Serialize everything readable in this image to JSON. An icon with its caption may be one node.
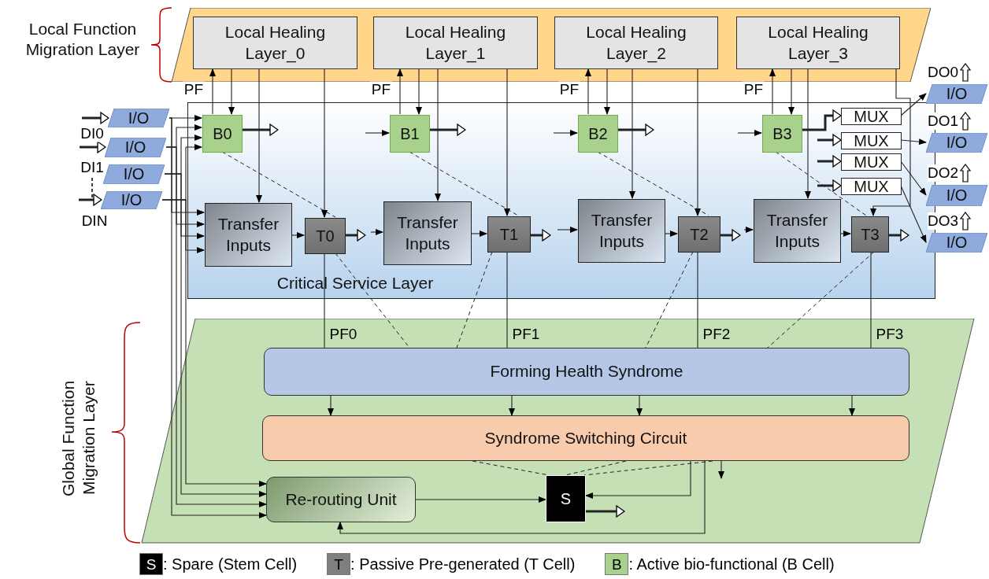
{
  "diagram": {
    "nodes": [
      {
        "text": [
          "Local Function Migration Layer"
        ]
      },
      {
        "text": [
          "Local Healing Layer_0"
        ],
        "in": 0
      },
      {
        "text": [
          "Local Healing Layer_1"
        ],
        "in": 0
      },
      {
        "text": [
          "Local Healing Layer_2"
        ],
        "in": 0
      },
      {
        "text": [
          "Local Healing Layer_3"
        ],
        "in": 0
      },
      {
        "text": [
          "Critical Service Layer"
        ]
      },
      {
        "text": [
          "B0"
        ],
        "in": 5
      },
      {
        "text": [
          "B1"
        ],
        "in": 5
      },
      {
        "text": [
          "B2"
        ],
        "in": 5
      },
      {
        "text": [
          "B3"
        ],
        "in": 5
      },
      {
        "text": [
          "Transfer Inputs"
        ],
        "in": 5
      },
      {
        "text": [
          "T0"
        ],
        "in": 5
      },
      {
        "text": [
          "Transfer Inputs"
        ],
        "in": 5
      },
      {
        "text": [
          "T1"
        ],
        "in": 5
      },
      {
        "text": [
          "Transfer Inputs"
        ],
        "in": 5
      },
      {
        "text": [
          "T2"
        ],
        "in": 5
      },
      {
        "text": [
          "Transfer Inputs"
        ],
        "in": 5
      },
      {
        "text": [
          "T3"
        ],
        "in": 5
      },
      {
        "text": [
          "MUX"
        ],
        "in": 5
      },
      {
        "text": [
          "MUX"
        ],
        "in": 5
      },
      {
        "text": [
          "MUX"
        ],
        "in": 5
      },
      {
        "text": [
          "MUX"
        ],
        "in": 5
      },
      {
        "text": [
          "Global Function Migration Layer"
        ]
      },
      {
        "text": [
          "Forming Health Syndrome"
        ],
        "in": 22
      },
      {
        "text": [
          "Syndrome Switching Circuit"
        ],
        "in": 22
      },
      {
        "text": [
          "Re-routing Unit"
        ],
        "in": 22
      },
      {
        "text": [
          "S"
        ],
        "in": 22
      },
      {
        "text": [
          "I/O"
        ]
      },
      {
        "text": [
          "I/O"
        ]
      },
      {
        "text": [
          "I/O"
        ]
      },
      {
        "text": [
          "I/O"
        ]
      },
      {
        "text": [
          "I/O"
        ],
        "beside": [
          "DO0"
        ]
      },
      {
        "text": [
          "I/O"
        ],
        "beside": [
          "DO1"
        ]
      },
      {
        "text": [
          "I/O"
        ],
        "beside": [
          "DO2"
        ]
      },
      {
        "text": [
          "I/O"
        ],
        "beside": [
          "DO3"
        ]
      }
    ],
    "edges": [
      {
        "from": null,
        "to": 27,
        "arrow": "to",
        "style": "thick",
        "label": "DI0"
      },
      {
        "from": null,
        "to": 28,
        "arrow": "to",
        "style": "thick",
        "label": "DI1"
      },
      {
        "from": null,
        "to": 30,
        "arrow": "to",
        "style": "thick",
        "label": "DIN"
      },
      {
        "from": 27,
        "to": 6,
        "arrow": "to"
      },
      {
        "from": 28,
        "to": 6,
        "arrow": "to"
      },
      {
        "from": 29,
        "to": 6,
        "arrow": "to"
      },
      {
        "from": 30,
        "to": 6,
        "arrow": "to"
      },
      {
        "from": 27,
        "to": 10,
        "arrow": "to"
      },
      {
        "from": 28,
        "to": 10,
        "arrow": "to"
      },
      {
        "from": 29,
        "to": 10,
        "arrow": "to"
      },
      {
        "from": 30,
        "to": 10,
        "arrow": "to"
      },
      {
        "from": 27,
        "to": 25,
        "arrow": "to"
      },
      {
        "from": 28,
        "to": 25,
        "arrow": "to"
      },
      {
        "from": 29,
        "to": 25,
        "arrow": "to"
      },
      {
        "from": 30,
        "to": 25,
        "arrow": "to"
      },
      {
        "from": 6,
        "to": 1,
        "arrow": "to",
        "label": "PF"
      },
      {
        "from": 1,
        "to": 6,
        "arrow": "to"
      },
      {
        "from": 1,
        "to": 10,
        "arrow": "to"
      },
      {
        "from": 1,
        "to": 11,
        "arrow": "to"
      },
      {
        "from": 7,
        "to": 2,
        "arrow": "to",
        "label": "PF"
      },
      {
        "from": 2,
        "to": 7,
        "arrow": "to"
      },
      {
        "from": 2,
        "to": 12,
        "arrow": "to"
      },
      {
        "from": 2,
        "to": 13,
        "arrow": "to"
      },
      {
        "from": 8,
        "to": 3,
        "arrow": "to",
        "label": "PF"
      },
      {
        "from": 3,
        "to": 8,
        "arrow": "to"
      },
      {
        "from": 3,
        "to": 14,
        "arrow": "to"
      },
      {
        "from": 3,
        "to": 15,
        "arrow": "to"
      },
      {
        "from": 9,
        "to": 4,
        "arrow": "to",
        "label": "PF"
      },
      {
        "from": 4,
        "to": 9,
        "arrow": "to"
      },
      {
        "from": 4,
        "to": 16,
        "arrow": "to"
      },
      {
        "from": 4,
        "to": 17,
        "arrow": "to"
      },
      {
        "from": 6,
        "to": 11,
        "arrow": "none",
        "style": "dashed"
      },
      {
        "from": 7,
        "to": 13,
        "arrow": "none",
        "style": "dashed"
      },
      {
        "from": 8,
        "to": 15,
        "arrow": "none",
        "style": "dashed"
      },
      {
        "from": 9,
        "to": 17,
        "arrow": "none",
        "style": "dashed"
      },
      {
        "from": null,
        "to": 7,
        "arrow": "to"
      },
      {
        "from": null,
        "to": 8,
        "arrow": "to"
      },
      {
        "from": null,
        "to": 9,
        "arrow": "to"
      },
      {
        "from": 10,
        "to": 11,
        "arrow": "to"
      },
      {
        "from": null,
        "to": 12,
        "arrow": "to"
      },
      {
        "from": 12,
        "to": 13,
        "arrow": "to"
      },
      {
        "from": null,
        "to": 14,
        "arrow": "to"
      },
      {
        "from": 14,
        "to": 15,
        "arrow": "to"
      },
      {
        "from": null,
        "to": 16,
        "arrow": "to"
      },
      {
        "from": 16,
        "to": 17,
        "arrow": "to"
      },
      {
        "from": 6,
        "to": null,
        "arrow": "to",
        "style": "thick"
      },
      {
        "from": 7,
        "to": null,
        "arrow": "to",
        "style": "thick"
      },
      {
        "from": 8,
        "to": null,
        "arrow": "to",
        "style": "thick"
      },
      {
        "from": 9,
        "to": 18,
        "arrow": "to",
        "style": "thick"
      },
      {
        "from": null,
        "to": 19,
        "arrow": "to",
        "style": "thick"
      },
      {
        "from": null,
        "to": 20,
        "arrow": "to",
        "style": "thick"
      },
      {
        "from": null,
        "to": 21,
        "arrow": "to",
        "style": "thick"
      },
      {
        "from": 11,
        "to": null,
        "arrow": "to",
        "style": "thick"
      },
      {
        "from": 13,
        "to": null,
        "arrow": "to",
        "style": "thick"
      },
      {
        "from": 15,
        "to": null,
        "arrow": "to",
        "style": "thick"
      },
      {
        "from": 17,
        "to": null,
        "arrow": "to",
        "style": "thick"
      },
      {
        "from": 18,
        "to": 31,
        "arrow": "to"
      },
      {
        "from": 19,
        "to": 32,
        "arrow": "to"
      },
      {
        "from": 20,
        "to": 33,
        "arrow": "to"
      },
      {
        "from": 21,
        "to": 34,
        "arrow": "to"
      },
      {
        "from": 11,
        "to": 23,
        "arrow": "none",
        "label": "PF0"
      },
      {
        "from": 13,
        "to": 23,
        "arrow": "none",
        "label": "PF1"
      },
      {
        "from": 15,
        "to": 23,
        "arrow": "none",
        "label": "PF2"
      },
      {
        "from": 17,
        "to": 23,
        "arrow": "none",
        "label": "PF3"
      },
      {
        "from": 11,
        "to": 23,
        "arrow": "none",
        "style": "dashed"
      },
      {
        "from": 13,
        "to": 23,
        "arrow": "none",
        "style": "dashed"
      },
      {
        "from": 15,
        "to": 23,
        "arrow": "none",
        "style": "dashed"
      },
      {
        "from": 17,
        "to": 23,
        "arrow": "none",
        "style": "dashed"
      },
      {
        "from": 23,
        "to": 24,
        "arrow": "to"
      },
      {
        "from": 23,
        "to": 24,
        "arrow": "to"
      },
      {
        "from": 23,
        "to": 24,
        "arrow": "to"
      },
      {
        "from": 23,
        "to": 24,
        "arrow": "to"
      },
      {
        "from": 24,
        "to": 26,
        "arrow": "none",
        "style": "dashed"
      },
      {
        "from": 24,
        "to": 26,
        "arrow": "none",
        "style": "dashed"
      },
      {
        "from": 24,
        "to": 26,
        "arrow": "none",
        "style": "dashed"
      },
      {
        "from": 24,
        "to": 26,
        "arrow": "to"
      },
      {
        "from": 24,
        "to": 25,
        "arrow": "to"
      },
      {
        "from": 24,
        "to": null,
        "arrow": "to"
      },
      {
        "from": 25,
        "to": 26,
        "arrow": "to"
      },
      {
        "from": 26,
        "to": null,
        "arrow": "to",
        "style": "thick"
      }
    ],
    "labels": [
      "S",
      "T",
      "B"
    ],
    "legend": [
      {
        "text": ": Spare (Stem Cell)",
        "color": "#000000"
      },
      {
        "text": ": Passive Pre-generated (T Cell)",
        "color": "#7f7f7f"
      },
      {
        "text": ": Active bio-functional (B Cell)",
        "color": "#a9d18e"
      }
    ]
  }
}
